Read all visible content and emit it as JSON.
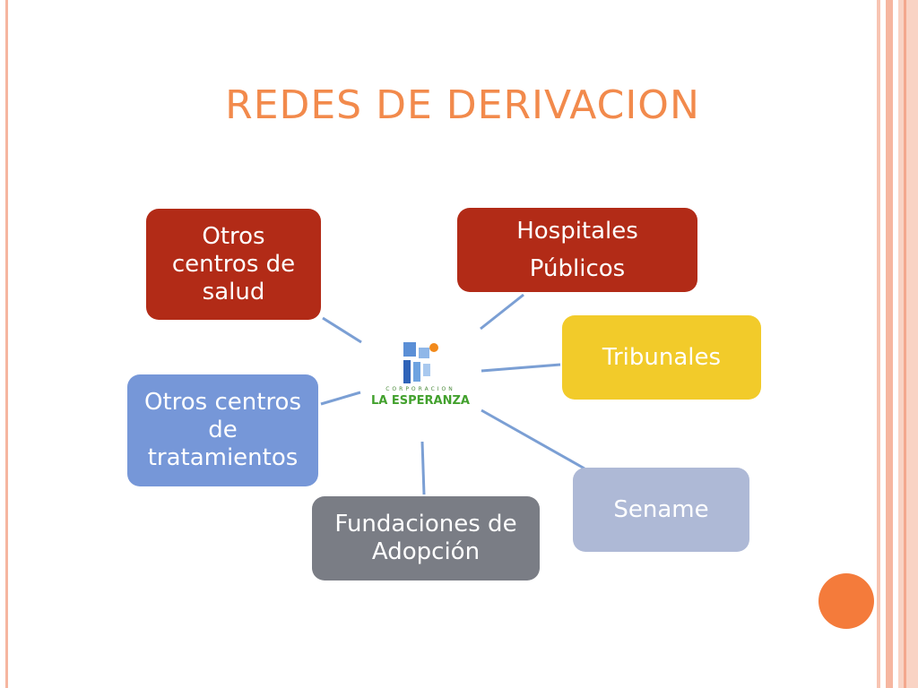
{
  "slide": {
    "title": "REDES DE DERIVACION"
  },
  "logo": {
    "small_text": "CORPORACION",
    "name": "LA ESPERANZA"
  },
  "nodes": {
    "otros_salud": "Otros centros de salud",
    "hospitales_line1": "Hospitales",
    "hospitales_line2": "Públicos",
    "tribunales": "Tribunales",
    "otros_tratamientos": "Otros centros de tratamientos",
    "fundaciones": "Fundaciones de Adopción",
    "sename": "Sename"
  },
  "colors": {
    "title": "#f28a4c",
    "dark_red": "#b22b17",
    "yellow": "#f2cb2a",
    "blue": "#7697d8",
    "gray": "#7a7d85",
    "light_blue": "#aeb9d6",
    "connector": "#7b9fd4",
    "accent_dot": "#f47b3b"
  }
}
